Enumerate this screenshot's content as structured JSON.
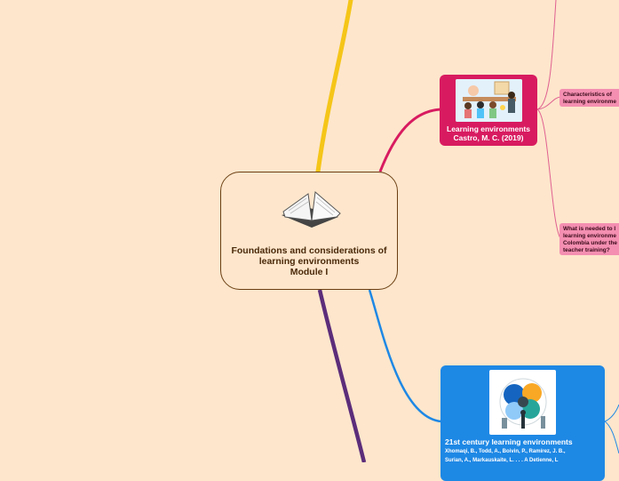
{
  "central": {
    "title": "Foundations and considerations of learning environments",
    "module": "Module I",
    "icon": "open-book-icon"
  },
  "learning_environments": {
    "title": "Learning environments",
    "citation": "Castro, M. C. (2019)",
    "image": "classroom-illustration",
    "children": [
      "Characteristics of learning environme",
      "What is needed to l\nlearning environme\nColombia under the\nteacher training?"
    ]
  },
  "c21": {
    "title": "21st century learning environments",
    "authors_line1": "Xhomaqi, B., Todd, A., Boivin, P., Ramírez, J. B.,",
    "authors_line2": "Surian, A., Markauskaite, L. . . . A Detienne, L",
    "image": "gears-people-illustration"
  },
  "colors": {
    "background": "#fde6cc",
    "yellow_branch": "#f5c518",
    "pink_branch": "#d81b60",
    "blue_branch": "#1e88e5",
    "purple_branch": "#5c2d7a",
    "subnode": "#f48fb1"
  }
}
